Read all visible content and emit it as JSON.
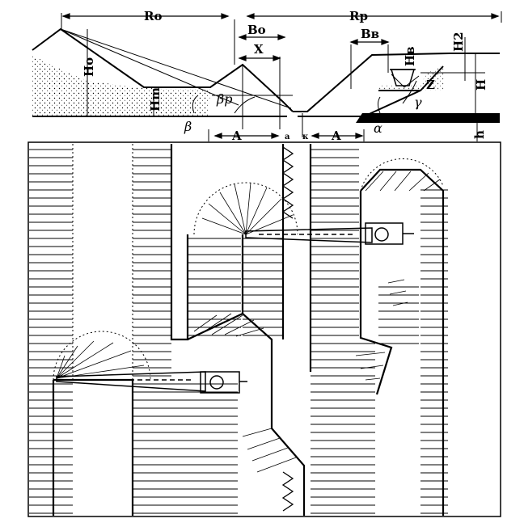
{
  "section": {
    "labels": {
      "Ro": "Ro",
      "Rp": "Rp",
      "Bo": "Bo",
      "Bv": "Bв",
      "X": "X",
      "Ho": "Ho",
      "Hm": "Hm",
      "Hv": "Hв",
      "H2": "H2",
      "H": "H",
      "h": "h",
      "Z": "Z",
      "A1": "A",
      "A2": "A",
      "a": "a",
      "k": "к",
      "beta": "β",
      "beta_p": "βp",
      "gamma": "γ",
      "alpha": "α"
    }
  },
  "plan": {
    "description_shown": false
  },
  "colors": {
    "ink": "#000000",
    "paper": "#ffffff",
    "coal": "#000000"
  }
}
